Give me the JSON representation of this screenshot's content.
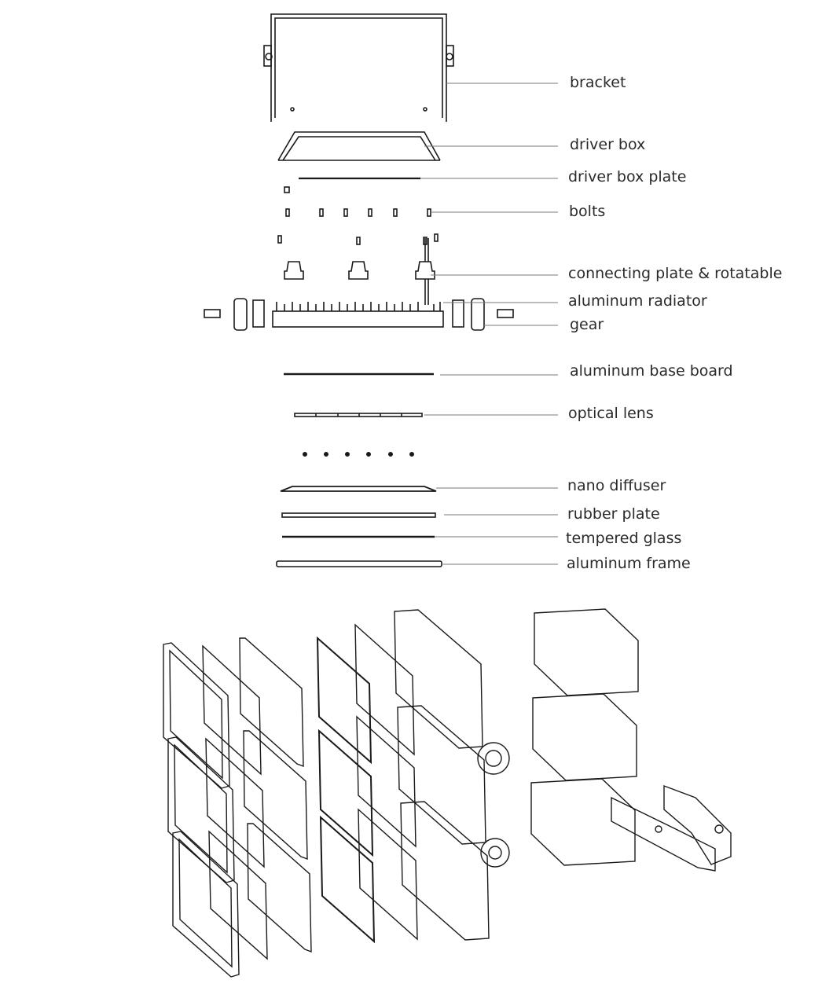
{
  "labels": {
    "bracket": "bracket",
    "driver_box": "driver box",
    "driver_box_plate": "driver box plate",
    "bolts": "bolts",
    "connecting_plate": "connecting plate & rotatable",
    "aluminum_radiator": "aluminum radiator",
    "gear": "gear",
    "aluminum_base_board": "aluminum base board",
    "optical_lens": "optical lens",
    "nano_diffuser": "nano diffuser",
    "rubber_plate": "rubber plate",
    "tempered_glass": "tempered glass",
    "aluminum_frame": "aluminum frame"
  },
  "colors": {
    "line": "#1a1a1a",
    "leader": "#7a7a7a",
    "text": "#2a2a2a"
  }
}
